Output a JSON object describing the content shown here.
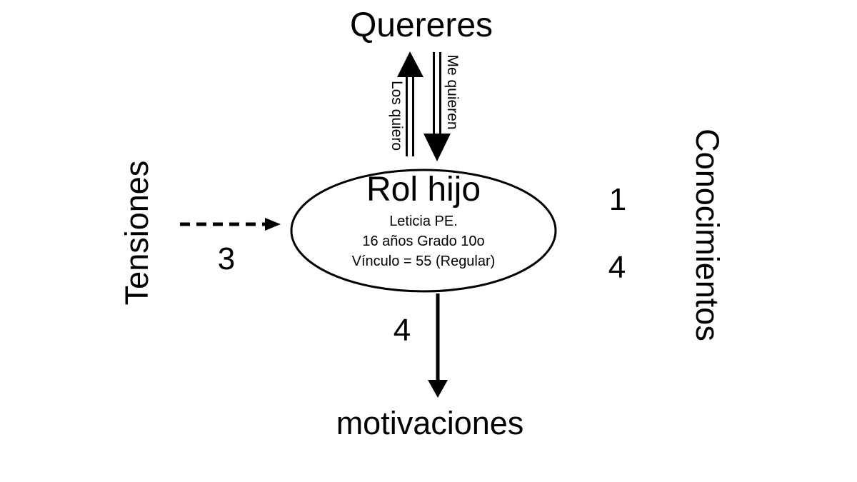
{
  "diagram": {
    "colors": {
      "background": "#ffffff",
      "ink": "#000000"
    },
    "title_top": "Quereres",
    "label_bottom": "motivaciones",
    "label_left": "Tensiones",
    "label_right": "Conocimientos",
    "center_node": {
      "title": "Rol hijo",
      "lines": [
        "Leticia PE.",
        "16 años Grado 10o",
        "Vínculo = 55 (Regular)"
      ]
    },
    "arrows": {
      "up_label": "Los quiero",
      "down_label": "Me quieren",
      "dashed_arrow_number": "3",
      "bottom_arrow_number": "4",
      "right_top_number": "1",
      "right_bottom_number": "4"
    }
  }
}
